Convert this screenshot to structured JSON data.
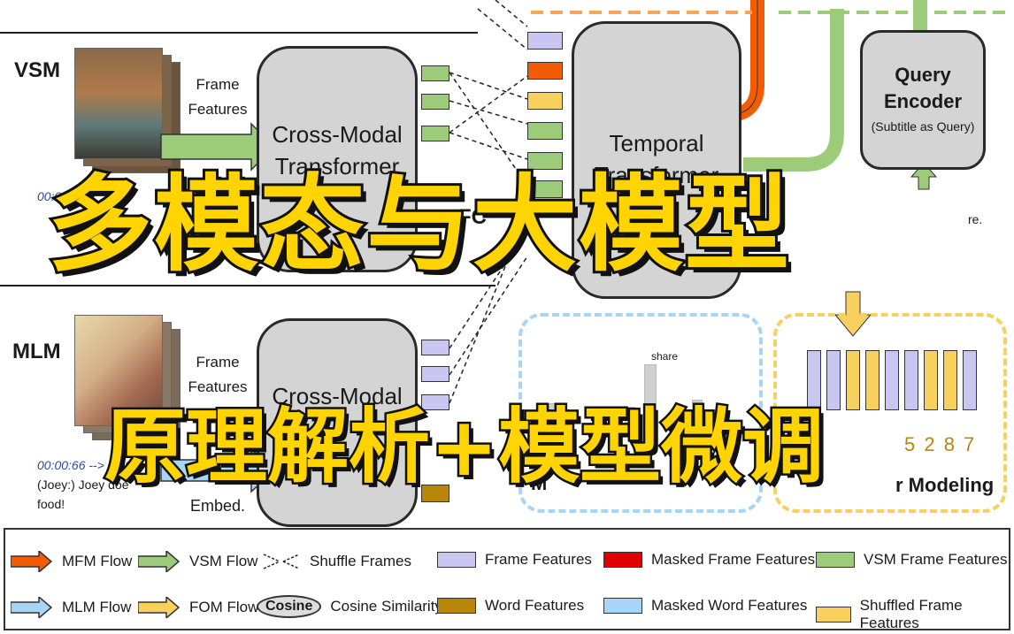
{
  "sections": {
    "vsm_label": "VSM",
    "mlm_label": "MLM"
  },
  "vsm": {
    "frame_features_line1": "Frame",
    "frame_features_line2": "Features",
    "box_line1": "Cross-Modal",
    "box_line2": "Transformer",
    "timestamp": "00:00:"
  },
  "mlm": {
    "frame_features_line1": "Frame",
    "frame_features_line2": "Features",
    "box_line1": "Cross-Modal",
    "timestamp": "00:00:66 --> 00:0",
    "subtitle_line1": "(Joey:) Joey doe",
    "subtitle_line2": "food!",
    "embed_label": "Embed."
  },
  "temporal": {
    "box_line1": "Temporal",
    "box_line2": "Transformer"
  },
  "query": {
    "line1": "Query",
    "line2": "Encoder",
    "line3": "(Subtitle as Query)"
  },
  "fragments": {
    "fc": "FC",
    "re": "re.",
    "share": "share",
    "order_digits": "5 2 8 7",
    "modeling": "r Modeling",
    "mlm_fragment": "M"
  },
  "overlay": {
    "title": "多模态与大模型",
    "subtitle": "原理解析+模型微调"
  },
  "legend": {
    "mfm_flow": "MFM Flow",
    "vsm_flow": "VSM Flow",
    "shuffle_frames": "Shuffle Frames",
    "frame_features": "Frame Features",
    "masked_frame_features": "Masked Frame Features",
    "vsm_frame_features": "VSM Frame Features",
    "mlm_flow": "MLM Flow",
    "fom_flow": "FOM Flow",
    "cosine_pill": "Cosine",
    "cosine_similarity": "Cosine Similarity",
    "word_features": "Word Features",
    "masked_word_features": "Masked Word Features",
    "shuffled_frame_features": "Shuffled Frame Features"
  },
  "colors": {
    "orange": "#f25c05",
    "green": "#9ccc7a",
    "lavender": "#c9c7f2",
    "red": "#e10000",
    "word": "#b8860b",
    "lightblue": "#a8d4f5",
    "yellow": "#f7d05e",
    "title_yellow": "#ffd400"
  }
}
